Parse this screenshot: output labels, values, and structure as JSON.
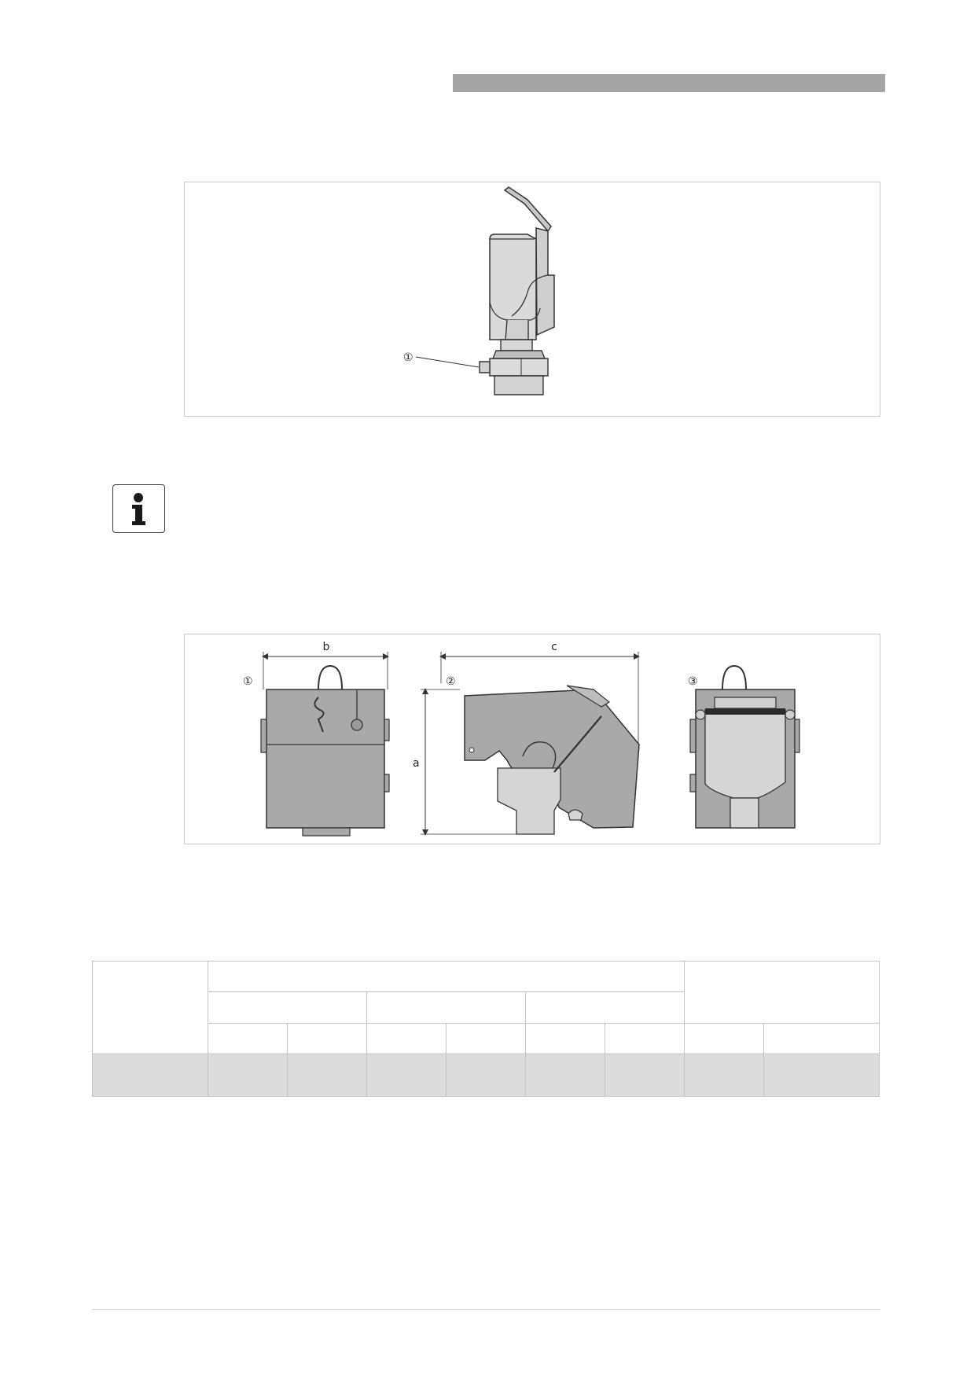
{
  "figure_1": {
    "callouts": [
      "①"
    ]
  },
  "figure_2": {
    "views": [
      {
        "marker": "①"
      },
      {
        "marker": "②"
      },
      {
        "marker": "③"
      }
    ],
    "dimensions": {
      "a": "a",
      "b": "b",
      "c": "c"
    }
  },
  "info_icon": {
    "icon": "info-icon"
  },
  "dimensions_table": {
    "rows": [
      [
        "",
        "",
        "",
        "",
        "",
        "",
        "",
        ""
      ]
    ]
  },
  "colors": {
    "header_bar": "#a6a5a3",
    "device_fill": "#a9a9a9",
    "device_fill_light": "#d5d5d5",
    "table_data_row": "#dcdcdc"
  }
}
